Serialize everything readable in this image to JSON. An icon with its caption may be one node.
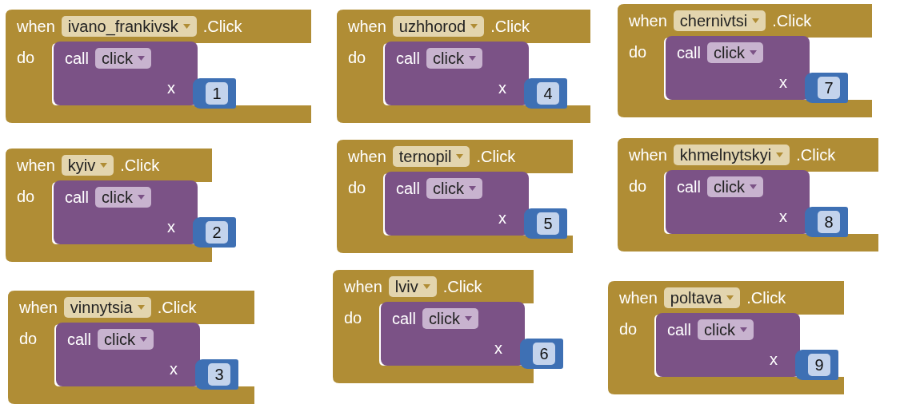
{
  "diagram": {
    "nodes": [
      {
        "text": [
          "when",
          "ivano_frankivsk",
          ".Click",
          "do"
        ]
      },
      {
        "text": [
          "call",
          "click",
          "x"
        ],
        "in": 0
      },
      {
        "text": [
          "1"
        ],
        "in": 0
      },
      {
        "text": [
          "when",
          "uzhhorod",
          ".Click",
          "do"
        ]
      },
      {
        "text": [
          "call",
          "click",
          "x"
        ],
        "in": 3
      },
      {
        "text": [
          "4"
        ],
        "in": 3
      },
      {
        "text": [
          "when",
          "chernivtsi",
          ".Click",
          "do"
        ]
      },
      {
        "text": [
          "call",
          "click",
          "x"
        ],
        "in": 6
      },
      {
        "text": [
          "7"
        ],
        "in": 6
      },
      {
        "text": [
          "when",
          "kyiv",
          ".Click",
          "do"
        ]
      },
      {
        "text": [
          "call",
          "click",
          "x"
        ],
        "in": 9
      },
      {
        "text": [
          "2"
        ]
      },
      {
        "text": [
          "when",
          "ternopil",
          ".Click",
          "do"
        ]
      },
      {
        "text": [
          "call",
          "click",
          "x"
        ],
        "in": 12
      },
      {
        "text": [
          "5"
        ],
        "in": 12
      },
      {
        "text": [
          "when",
          "khmelnytskyi",
          ".Click",
          "do"
        ]
      },
      {
        "text": [
          "call",
          "click",
          "x"
        ],
        "in": 15
      },
      {
        "text": [
          "8"
        ],
        "in": 15
      },
      {
        "text": [
          "when",
          "vinnytsia",
          ".Click",
          "do"
        ]
      },
      {
        "text": [
          "call",
          "click",
          "x"
        ],
        "in": 18
      },
      {
        "text": [
          "3"
        ],
        "in": 18
      },
      {
        "text": [
          "when",
          "lviv",
          ".Click",
          "do"
        ]
      },
      {
        "text": [
          "call",
          "click",
          "x"
        ],
        "in": 21
      },
      {
        "text": [
          "6"
        ]
      },
      {
        "text": [
          "when",
          "poltava",
          ".Click",
          "do"
        ]
      },
      {
        "text": [
          "call",
          "click",
          "x"
        ],
        "in": 24
      },
      {
        "text": [
          "9"
        ],
        "in": 24
      }
    ]
  }
}
